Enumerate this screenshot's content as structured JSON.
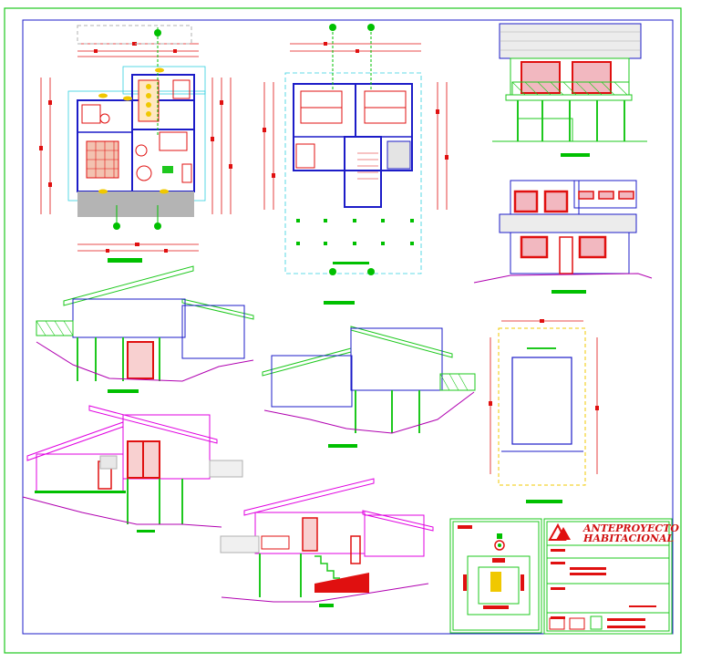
{
  "sheet": {
    "colors": {
      "background": "#ffffff",
      "frame_outer": "#1ec81e",
      "frame_inner": "#1c1cc8",
      "walls": "#1c1cc8",
      "dimensions": "#e01010",
      "annotations": "#00c000",
      "roof": "#e000e0",
      "terrain": "#b000b0",
      "floor_fill": "#b4b4b4",
      "yellow_hatch": "#f0c800"
    },
    "views": [
      {
        "id": "plan-ground",
        "icon": "floor-plan-icon"
      },
      {
        "id": "plan-upper",
        "icon": "floor-plan-icon"
      },
      {
        "id": "elevation-front",
        "icon": "elevation-icon"
      },
      {
        "id": "elevation-back",
        "icon": "elevation-icon"
      },
      {
        "id": "elevation-side-1",
        "icon": "elevation-icon"
      },
      {
        "id": "elevation-side-2",
        "icon": "elevation-icon"
      },
      {
        "id": "foundation-plan",
        "icon": "foundation-icon"
      },
      {
        "id": "section-1",
        "icon": "section-icon"
      },
      {
        "id": "section-2",
        "icon": "section-icon"
      },
      {
        "id": "location-plan",
        "icon": "location-icon"
      }
    ]
  },
  "title_block": {
    "project_title": "ANTEPROYECTO HABITACIONAL",
    "logo_icon": "triangle-logo-icon"
  }
}
